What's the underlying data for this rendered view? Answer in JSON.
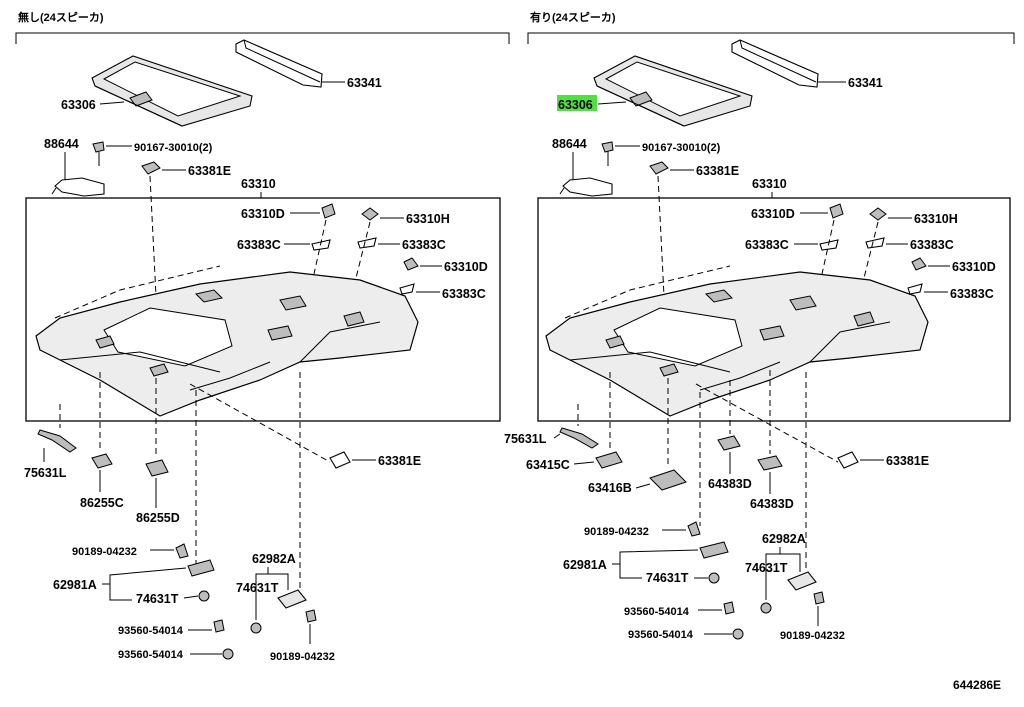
{
  "sections": [
    {
      "title": "無し(24スピーカ)",
      "labels": {
        "p63341": "63341",
        "p63306": "63306",
        "p88644": "88644",
        "p90167": "90167-30010(2)",
        "p63381e_top": "63381E",
        "p63310": "63310",
        "p63310d_a": "63310D",
        "p63310h": "63310H",
        "p63383c_a": "63383C",
        "p63383c_b": "63383C",
        "p63310d_b": "63310D",
        "p63383c_c": "63383C",
        "p75631l": "75631L",
        "p86255c": "86255C",
        "p86255d": "86255D",
        "p63381e_mid": "63381E",
        "p90189_a": "90189-04232",
        "p62981a": "62981A",
        "p74631t_a": "74631T",
        "p62982a": "62982A",
        "p74631t_b": "74631T",
        "p93560_a": "93560-54014",
        "p93560_b": "93560-54014",
        "p90189_b": "90189-04232"
      }
    },
    {
      "title": "有り(24スピーカ)",
      "labels": {
        "p63341": "63341",
        "p63306": "63306",
        "p88644": "88644",
        "p90167": "90167-30010(2)",
        "p63381e_top": "63381E",
        "p63310": "63310",
        "p63310d_a": "63310D",
        "p63310h": "63310H",
        "p63383c_a": "63383C",
        "p63383c_b": "63383C",
        "p63310d_b": "63310D",
        "p63383c_c": "63383C",
        "p75631l": "75631L",
        "p63415c": "63415C",
        "p63416b": "63416B",
        "p64383d_a": "64383D",
        "p64383d_b": "64383D",
        "p63381e_mid": "63381E",
        "p90189_a": "90189-04232",
        "p62981a": "62981A",
        "p74631t_a": "74631T",
        "p62982a": "62982A",
        "p74631t_b": "74631T",
        "p93560_a": "93560-54014",
        "p93560_b": "93560-54014",
        "p90189_b": "90189-04232"
      }
    }
  ],
  "highlighted_part": "63306",
  "highlight_color": "#4ee23f",
  "drawing_code": "644286E"
}
